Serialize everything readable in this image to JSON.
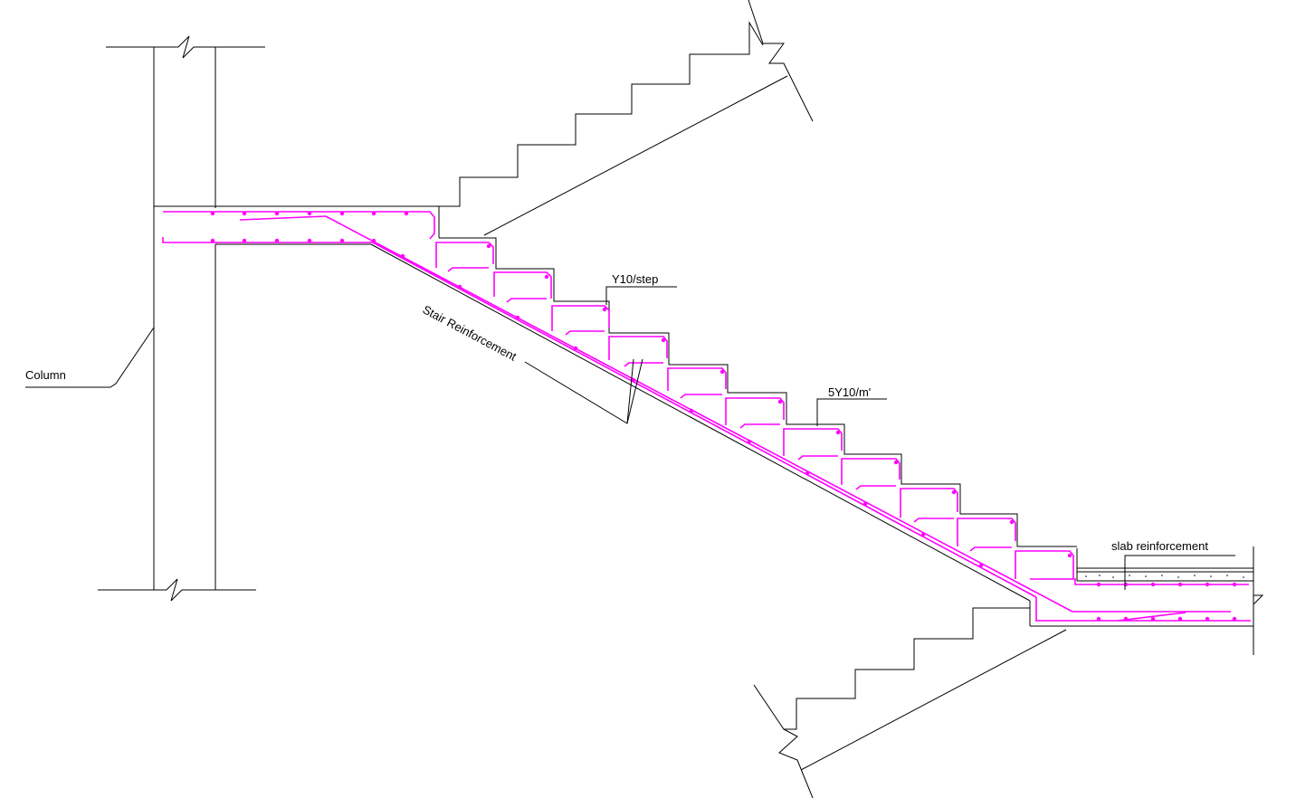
{
  "labels": {
    "column": "Column",
    "step_bar": "Y10/step",
    "stair_reinforcement": "Stair Reinforcement",
    "distribution_bar": "5Y10/m'",
    "slab_reinforcement": "slab reinforcement"
  },
  "colors": {
    "linework": "#000000",
    "reinforcement": "#ff00ff",
    "background": "#ffffff"
  }
}
